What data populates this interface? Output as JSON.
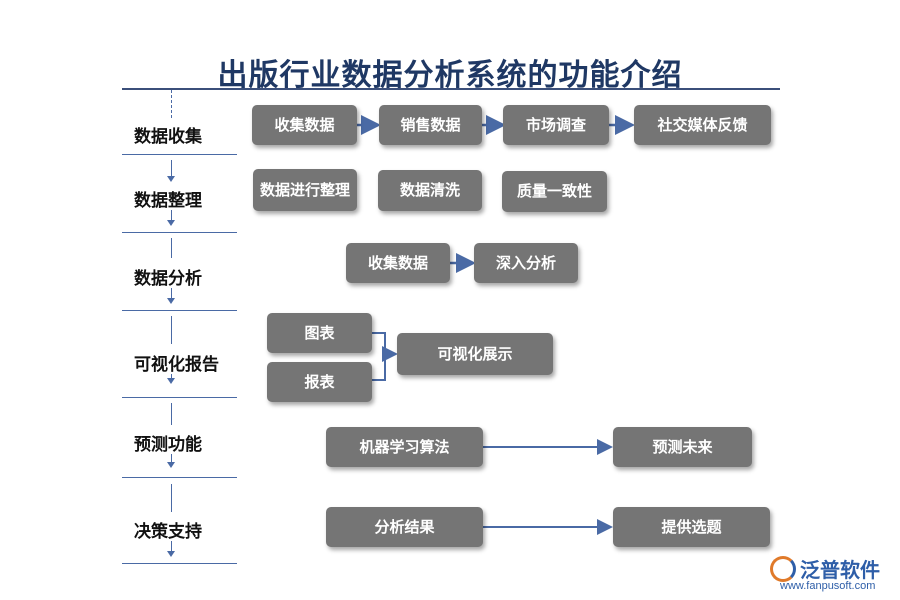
{
  "title": "出版行业数据分析系统的功能介绍",
  "rows": {
    "r1": "数据收集",
    "r2": "数据整理",
    "r3": "数据分析",
    "r4": "可视化报告",
    "r5": "预测功能",
    "r6": "决策支持"
  },
  "boxes": {
    "collect_data": "收集数据",
    "sales_data": "销售数据",
    "market_survey": "市场调查",
    "social_feedback": "社交媒体反馈",
    "organize_data": "数据进行整理",
    "data_cleaning": "数据清洗",
    "quality_consistency": "质量一致性",
    "collect_data_2": "收集数据",
    "deep_analysis": "深入分析",
    "charts": "图表",
    "reports": "报表",
    "visual_display": "可视化展示",
    "ml_algorithms": "机器学习算法",
    "predict_future": "预测未来",
    "analysis_results": "分析结果",
    "provide_topics": "提供选题"
  },
  "logo": {
    "name": "泛普软件",
    "url": "www.fanpusoft.com"
  },
  "colors": {
    "box": "#757575",
    "arrow": "#4a6aa5",
    "title": "#1f3864"
  }
}
